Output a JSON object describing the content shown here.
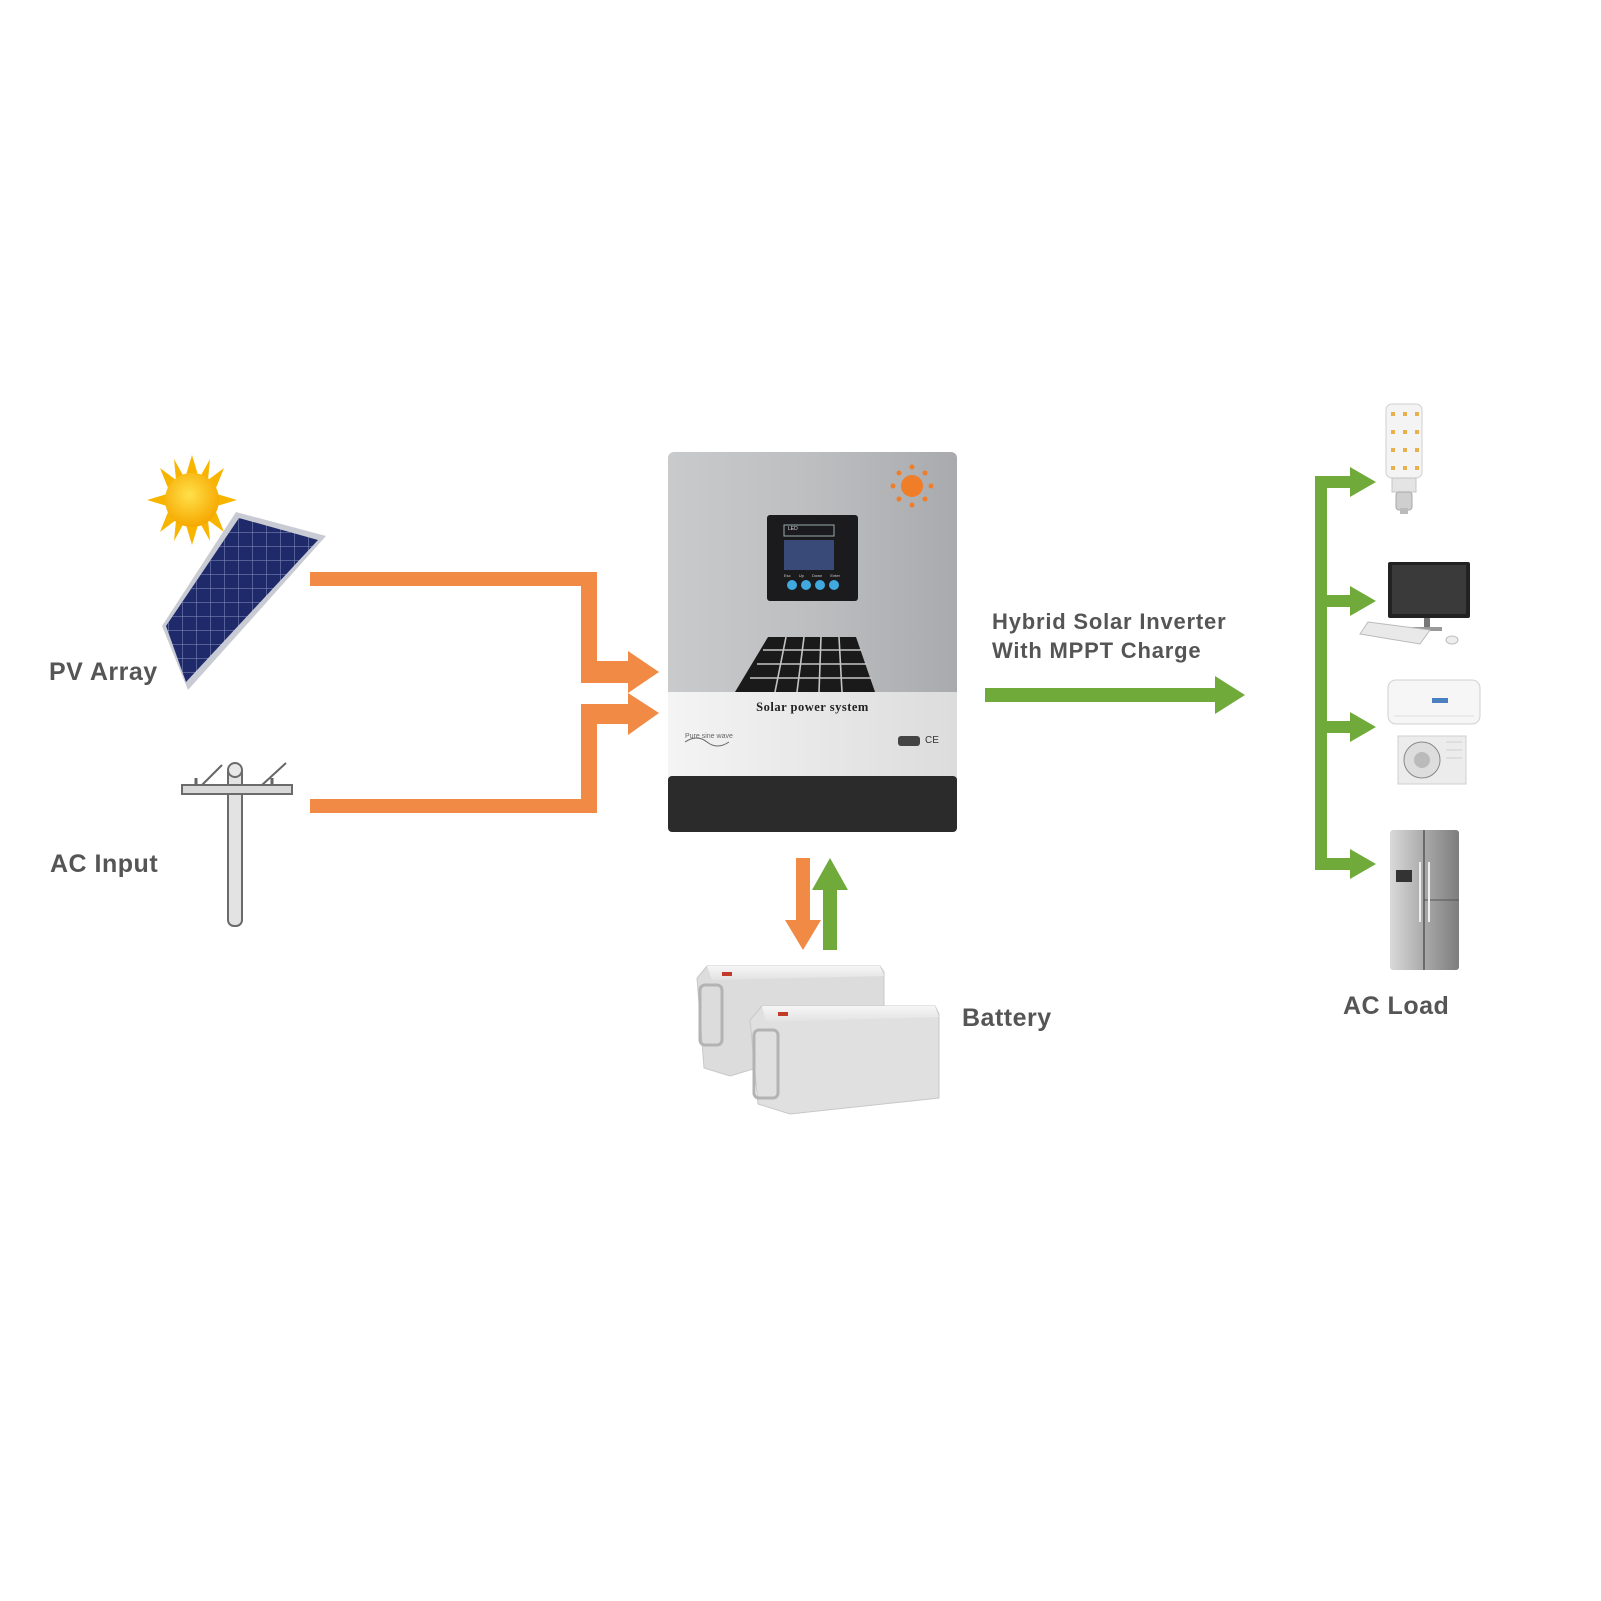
{
  "labels": {
    "pv_array": "PV Array",
    "ac_input": "AC Input",
    "battery": "Battery",
    "ac_load": "AC Load",
    "inverter_title_line1": "Hybrid Solar Inverter",
    "inverter_title_line2": "With MPPT Charge"
  },
  "inverter": {
    "panel_text": "Solar power system",
    "wave_text": "Pure sine wave",
    "cert_mark": "CE",
    "lcd_label": "LED",
    "buttons": [
      "Esc",
      "Up",
      "Down",
      "Enter"
    ]
  },
  "colors": {
    "input_arrow": "#f08a45",
    "output_arrow": "#6faa3a",
    "label_text": "#555555"
  },
  "icons": [
    "sun-icon",
    "solar-panel-icon",
    "utility-pole-icon",
    "battery-icon",
    "led-bulb-icon",
    "desktop-computer-icon",
    "air-conditioner-icon",
    "refrigerator-icon"
  ]
}
